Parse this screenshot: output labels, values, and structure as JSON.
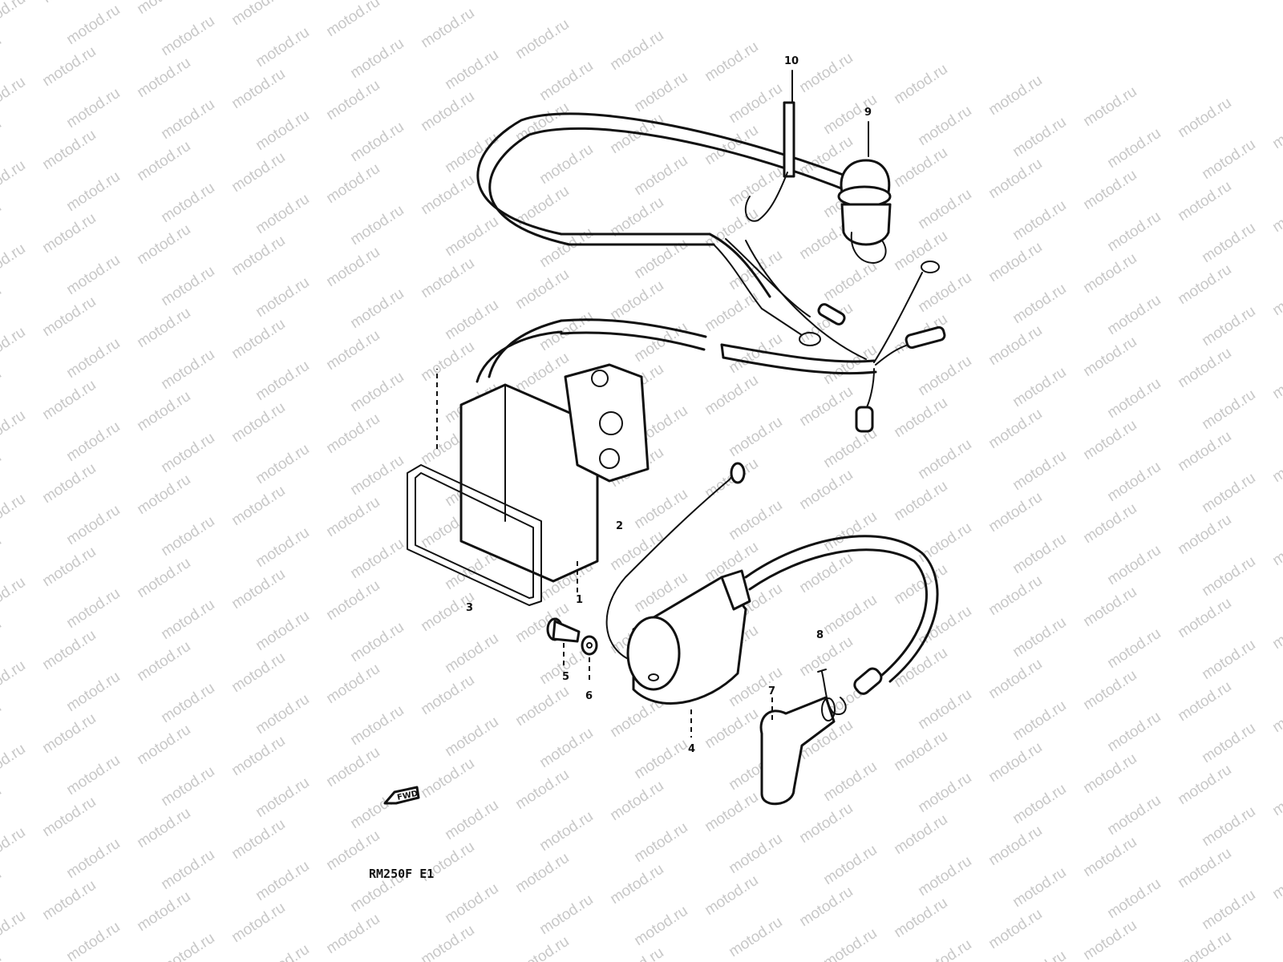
{
  "watermark": {
    "text": "motod.ru",
    "color": "#c8c8c8"
  },
  "callouts": {
    "p1": "1",
    "p2": "2",
    "p3": "3",
    "p4": "4",
    "p5": "5",
    "p6": "6",
    "p7": "7",
    "p8": "8",
    "p9": "9",
    "p10": "10"
  },
  "fwd_badge": "FWD",
  "model_label": "RM250F E1"
}
